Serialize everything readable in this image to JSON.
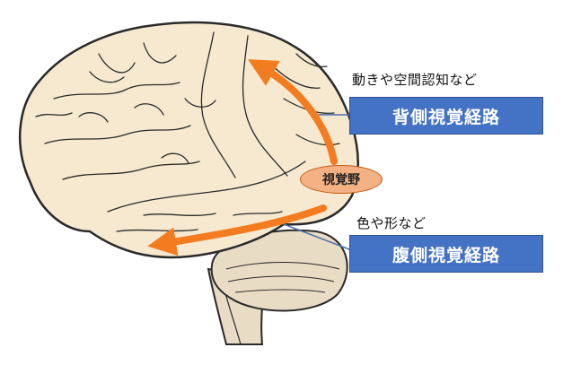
{
  "diagram": {
    "area_label": "視覚野",
    "dorsal": {
      "caption": "動きや空間認知など",
      "label": "背側視覚経路"
    },
    "ventral": {
      "caption": "色や形など",
      "label": "腹側視覚経路"
    },
    "colors": {
      "brain_fill": "#f6e9cf",
      "brain_outline": "#2a2a2a",
      "brainstem_fill": "#e8dcc4",
      "arrow": "#f47c20",
      "box_fill": "#4472c4",
      "area_fill": "#f4b183",
      "pointer_line": "#4a6fae"
    }
  }
}
